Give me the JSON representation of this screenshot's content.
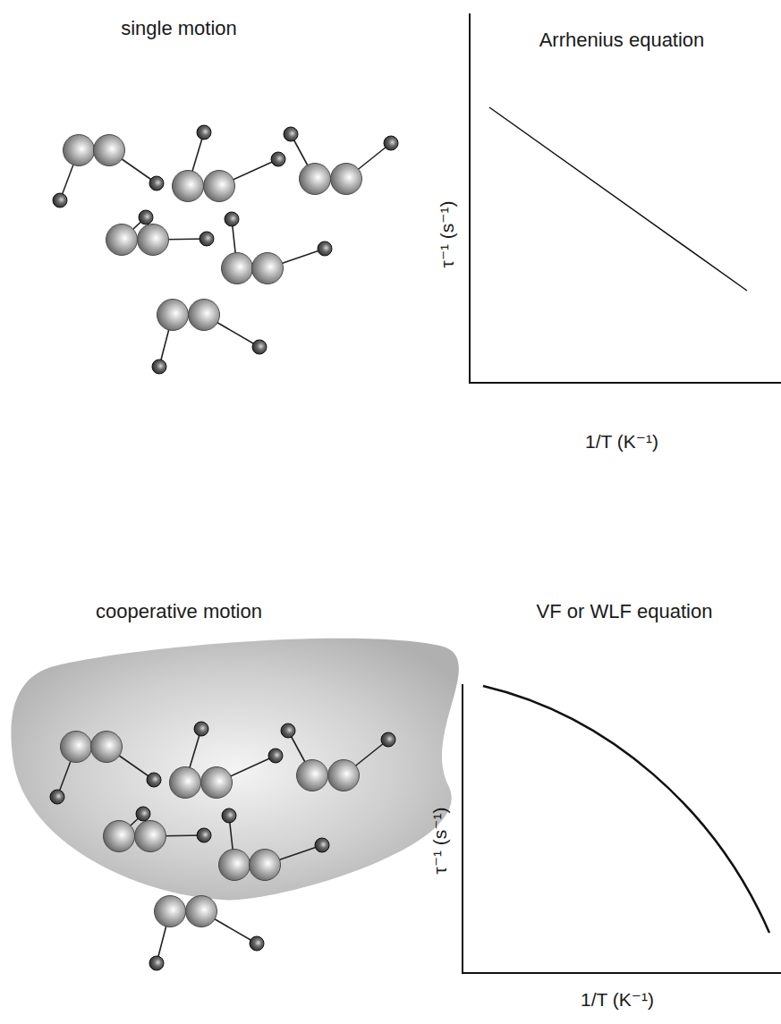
{
  "diagram": {
    "labels": [
      "single motion",
      "Arrhenius equation",
      "τ⁻¹ (s⁻¹)",
      "1/T (K⁻¹)",
      "cooperative motion",
      "VF or WLF equation",
      "τ⁻¹ (s⁻¹)",
      "1/T (K⁻¹)"
    ]
  }
}
